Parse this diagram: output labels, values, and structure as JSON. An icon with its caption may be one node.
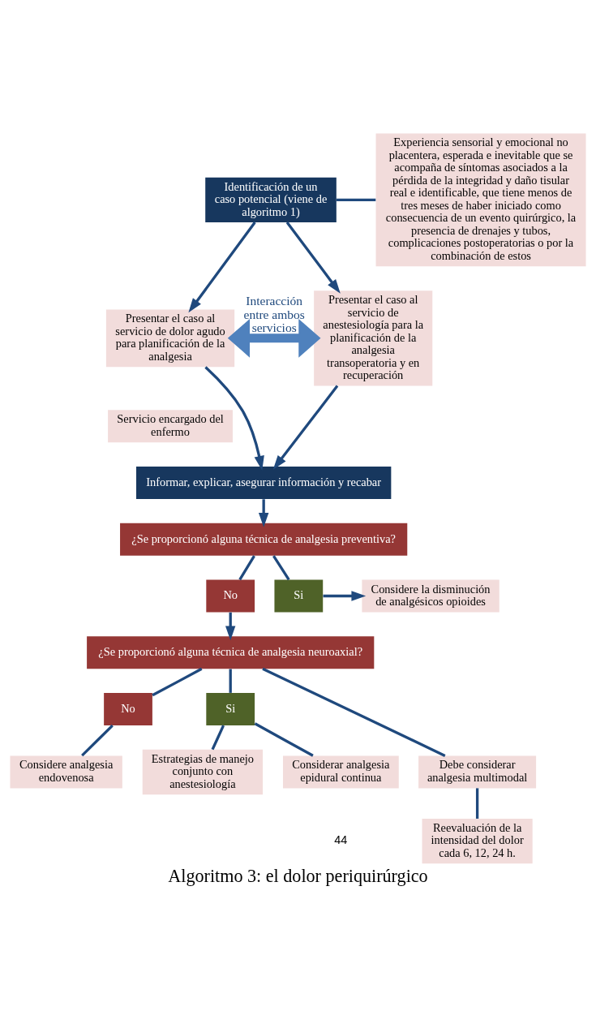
{
  "diagram": {
    "caption": "Algoritmo 3: el dolor periquirúrgico",
    "nodes": [
      {
        "text": [
          "Identificación de un caso potencial (viene de algoritmo 1)"
        ]
      },
      {
        "text": [
          "Experiencia sensorial y emocional no placentera, esperada e inevitable que se acompaña de síntomas asociados a la pérdida de la integridad y daño tisular real e identificable, que tiene menos de tres meses de haber iniciado como consecuencia de un evento quirúrgico, la presencia de drenajes y tubos, complicaciones postoperatorias o por la combinación de estos"
        ]
      },
      {
        "text": [
          "Presentar el caso al servicio de dolor agudo para planificación de la analgesia"
        ]
      },
      {
        "text": [
          "Presentar el caso al servicio de anestesiología para la planificación de la analgesia transoperatoria y en recuperación"
        ]
      },
      {
        "text": [
          "Servicio encargado del enfermo"
        ]
      },
      {
        "text": [
          "Informar, explicar, asegurar información y recabar"
        ]
      },
      {
        "text": [
          "¿Se proporcionó alguna técnica de analgesia preventiva?"
        ]
      },
      {
        "text": [
          "No"
        ]
      },
      {
        "text": [
          "Si"
        ]
      },
      {
        "text": [
          "Considere la disminución de analgésicos opioides"
        ]
      },
      {
        "text": [
          "¿Se proporcionó alguna técnica de analgesia neuroaxial?"
        ]
      },
      {
        "text": [
          "No"
        ]
      },
      {
        "text": [
          "Si"
        ]
      },
      {
        "text": [
          "Considere analgesia endovenosa"
        ]
      },
      {
        "text": [
          "Debe considerar analgesia multimodal"
        ]
      },
      {
        "text": [
          "Reevaluación de la intensidad del dolor cada 6, 12, 24 h."
        ]
      },
      {
        "text": [
          "Estrategias de manejo conjunto con anestesiología"
        ]
      },
      {
        "text": [
          "Considerar analgesia epidural continua"
        ]
      }
    ],
    "edges": [
      {
        "from": 0,
        "to": 1,
        "arrow": "none"
      },
      {
        "from": 0,
        "to": 2,
        "arrow": "to"
      },
      {
        "from": 0,
        "to": 3,
        "arrow": "to"
      },
      {
        "from": 2,
        "to": 3,
        "arrow": "both",
        "label": "Interacción entre ambos servicios",
        "style": "thick",
        "color": "#4f81bd"
      },
      {
        "from": 2,
        "to": 5,
        "arrow": "to"
      },
      {
        "from": 3,
        "to": 5,
        "arrow": "to"
      },
      {
        "from": 5,
        "to": 6,
        "arrow": "to"
      },
      {
        "from": 6,
        "to": 7,
        "arrow": "none"
      },
      {
        "from": 6,
        "to": 8,
        "arrow": "none"
      },
      {
        "from": 8,
        "to": 9,
        "arrow": "to"
      },
      {
        "from": 7,
        "to": 10,
        "arrow": "to"
      },
      {
        "from": 10,
        "to": 11,
        "arrow": "none"
      },
      {
        "from": 10,
        "to": 12,
        "arrow": "none"
      },
      {
        "from": 10,
        "to": 14,
        "arrow": "none"
      },
      {
        "from": 11,
        "to": 13,
        "arrow": "none"
      },
      {
        "from": 14,
        "to": 15,
        "arrow": "none"
      },
      {
        "from": 12,
        "to": 16,
        "arrow": "none"
      },
      {
        "from": 12,
        "to": 17,
        "arrow": "none"
      }
    ],
    "labels": [
      "44"
    ]
  }
}
